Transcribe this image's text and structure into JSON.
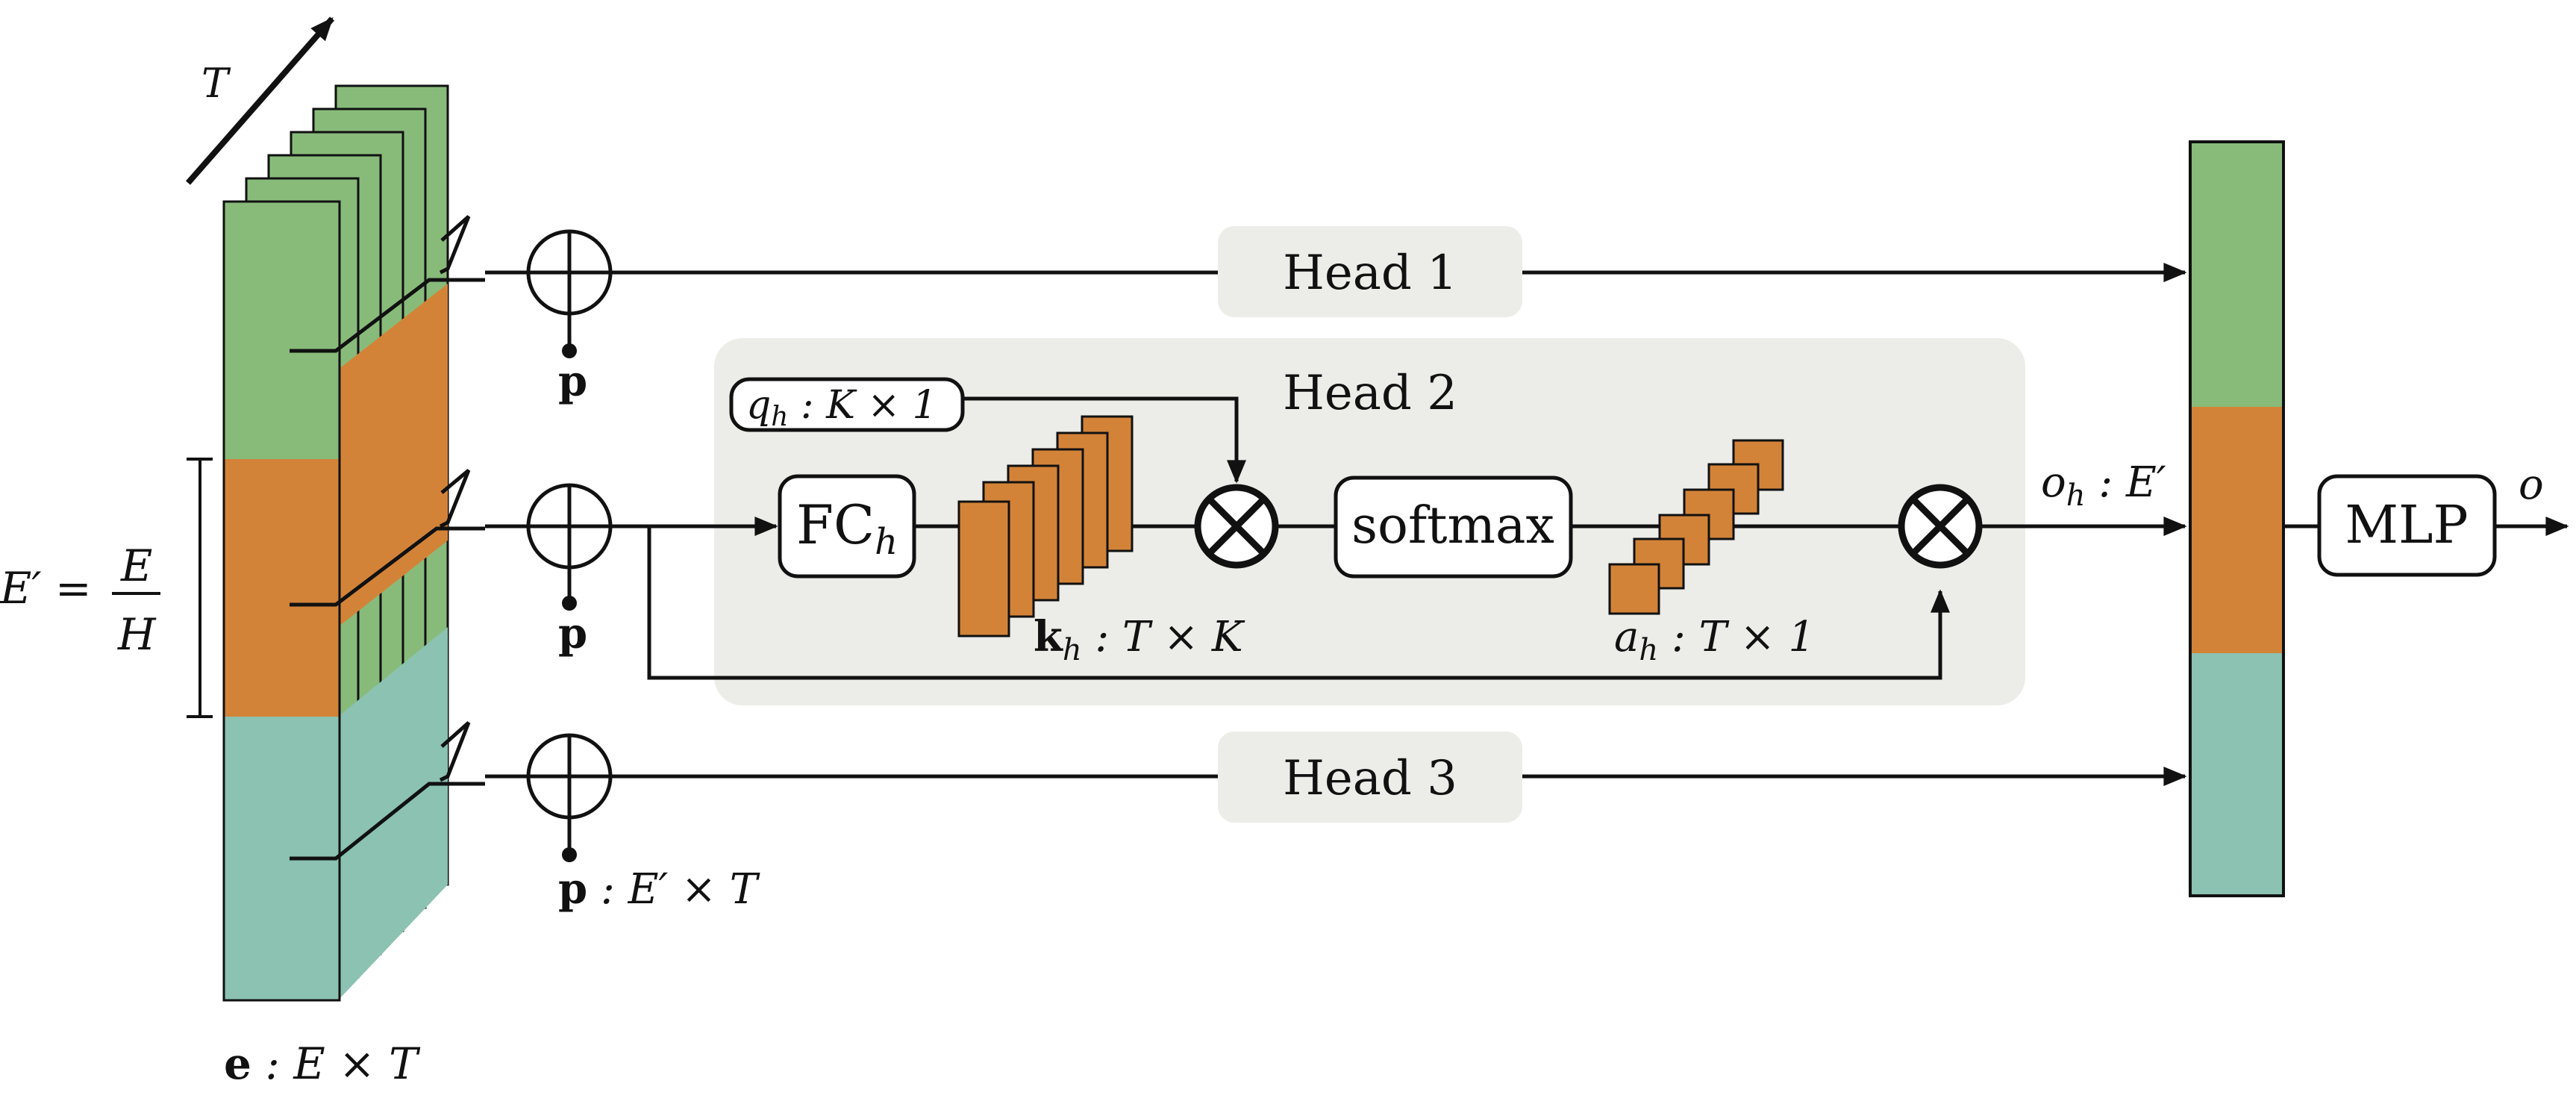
{
  "colors": {
    "green": "#88bb7a",
    "orange": "#d38338",
    "teal": "#8bc2b1",
    "panel": "#ecece9",
    "line": "#111111"
  },
  "embedding": {
    "time_label": "T",
    "dim_label_lhs": "E′ =",
    "dim_num": "E",
    "dim_den": "H",
    "caption_bold": "e",
    "caption_rest": " : E × T"
  },
  "heads": {
    "head1": "Head 1",
    "head2": "Head 2",
    "head3": "Head 3"
  },
  "position": {
    "p_top": "p",
    "p_mid": "p",
    "p_bot_bold": "p",
    "p_bot_rest": " : E′ × T"
  },
  "attention": {
    "query_sym": "q",
    "query_sub": "h",
    "query_rest": " : K × 1",
    "fc": "FC",
    "fc_sub": "h",
    "keys_bold": "k",
    "keys_sub": "h",
    "keys_rest": " : T × K",
    "softmax": "softmax",
    "attn_sym": "a",
    "attn_sub": "h",
    "attn_rest": " : T × 1"
  },
  "output": {
    "oh_sym": "o",
    "oh_sub": "h",
    "oh_rest": " : E′",
    "mlp": "MLP",
    "o": "o"
  }
}
